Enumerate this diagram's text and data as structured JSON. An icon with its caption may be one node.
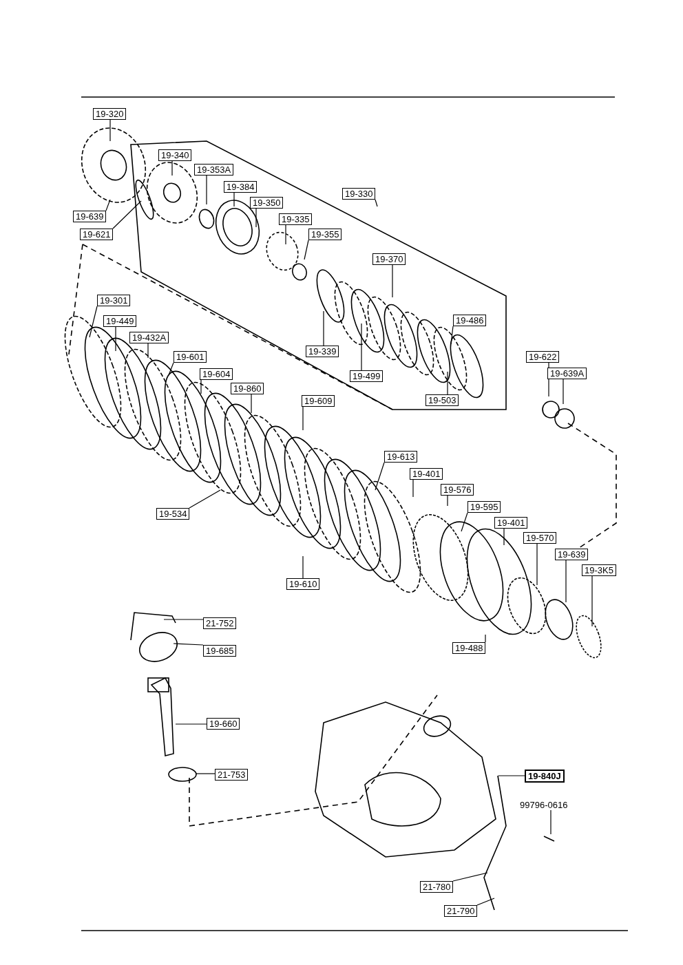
{
  "diagram": {
    "nodes": [
      {
        "text": [
          "19-320"
        ]
      },
      {
        "text": [
          "19-340"
        ]
      },
      {
        "text": [
          "19-353A"
        ]
      },
      {
        "text": [
          "19-384"
        ]
      },
      {
        "text": [
          "19-350"
        ]
      },
      {
        "text": [
          "19-330"
        ]
      },
      {
        "text": [
          "19-335"
        ]
      },
      {
        "text": [
          "19-355"
        ]
      },
      {
        "text": [
          "19-639"
        ]
      },
      {
        "text": [
          "19-621"
        ]
      },
      {
        "text": [
          "19-370"
        ]
      },
      {
        "text": [
          "19-301"
        ]
      },
      {
        "text": [
          "19-449"
        ]
      },
      {
        "text": [
          "19-432A"
        ]
      },
      {
        "text": [
          "19-486"
        ]
      },
      {
        "text": [
          "19-601"
        ]
      },
      {
        "text": [
          "19-339"
        ]
      },
      {
        "text": [
          "19-499"
        ]
      },
      {
        "text": [
          "19-503"
        ]
      },
      {
        "text": [
          "19-604"
        ]
      },
      {
        "text": [
          "19-860"
        ]
      },
      {
        "text": [
          "19-609"
        ]
      },
      {
        "text": [
          "19-622"
        ]
      },
      {
        "text": [
          "19-639A"
        ]
      },
      {
        "text": [
          "19-613"
        ]
      },
      {
        "text": [
          "19-401"
        ]
      },
      {
        "text": [
          "19-576"
        ]
      },
      {
        "text": [
          "19-534"
        ]
      },
      {
        "text": [
          "19-595"
        ]
      },
      {
        "text": [
          "19-401"
        ]
      },
      {
        "text": [
          "19-570"
        ]
      },
      {
        "text": [
          "19-639"
        ]
      },
      {
        "text": [
          "19-3K5"
        ]
      },
      {
        "text": [
          "19-610"
        ]
      },
      {
        "text": [
          "19-488"
        ]
      },
      {
        "text": [
          "21-752"
        ]
      },
      {
        "text": [
          "19-685"
        ]
      },
      {
        "text": [
          "19-660"
        ]
      },
      {
        "text": [
          "21-753"
        ]
      },
      {
        "text": [
          "19-840J"
        ]
      },
      {
        "text": [
          "99796-0616"
        ]
      },
      {
        "text": [
          "21-780"
        ]
      },
      {
        "text": [
          "21-790"
        ]
      }
    ],
    "edges": [
      {
        "from": 0,
        "to": null,
        "arrow": "none"
      },
      {
        "from": 1,
        "to": null,
        "arrow": "none"
      },
      {
        "from": 2,
        "to": null,
        "arrow": "none"
      },
      {
        "from": 3,
        "to": null,
        "arrow": "none"
      },
      {
        "from": 4,
        "to": null,
        "arrow": "none"
      },
      {
        "from": 5,
        "to": null,
        "arrow": "none"
      },
      {
        "from": 6,
        "to": null,
        "arrow": "none"
      },
      {
        "from": 7,
        "to": null,
        "arrow": "none"
      },
      {
        "from": 8,
        "to": null,
        "arrow": "none"
      },
      {
        "from": 9,
        "to": null,
        "arrow": "none"
      },
      {
        "from": 10,
        "to": null,
        "arrow": "none"
      },
      {
        "from": 11,
        "to": null,
        "arrow": "none"
      },
      {
        "from": 12,
        "to": null,
        "arrow": "none"
      },
      {
        "from": 13,
        "to": null,
        "arrow": "none"
      },
      {
        "from": 14,
        "to": null,
        "arrow": "none"
      },
      {
        "from": 15,
        "to": null,
        "arrow": "none"
      },
      {
        "from": 16,
        "to": null,
        "arrow": "none"
      },
      {
        "from": 17,
        "to": null,
        "arrow": "none"
      },
      {
        "from": 18,
        "to": null,
        "arrow": "none"
      },
      {
        "from": 19,
        "to": null,
        "arrow": "none"
      },
      {
        "from": 20,
        "to": null,
        "arrow": "none"
      },
      {
        "from": 21,
        "to": null,
        "arrow": "none"
      },
      {
        "from": 22,
        "to": null,
        "arrow": "none"
      },
      {
        "from": 23,
        "to": null,
        "arrow": "none"
      },
      {
        "from": 24,
        "to": null,
        "arrow": "none"
      },
      {
        "from": 25,
        "to": null,
        "arrow": "none"
      },
      {
        "from": 26,
        "to": null,
        "arrow": "none"
      },
      {
        "from": 27,
        "to": null,
        "arrow": "none"
      },
      {
        "from": 28,
        "to": null,
        "arrow": "none"
      },
      {
        "from": 29,
        "to": null,
        "arrow": "none"
      },
      {
        "from": 30,
        "to": null,
        "arrow": "none"
      },
      {
        "from": 31,
        "to": null,
        "arrow": "none"
      },
      {
        "from": 32,
        "to": null,
        "arrow": "none"
      },
      {
        "from": 33,
        "to": null,
        "arrow": "none"
      },
      {
        "from": 34,
        "to": null,
        "arrow": "none"
      },
      {
        "from": 35,
        "to": null,
        "arrow": "none"
      },
      {
        "from": 36,
        "to": null,
        "arrow": "none"
      },
      {
        "from": 37,
        "to": null,
        "arrow": "none"
      },
      {
        "from": 38,
        "to": null,
        "arrow": "none"
      },
      {
        "from": 39,
        "to": null,
        "arrow": "none"
      },
      {
        "from": 40,
        "to": null,
        "arrow": "none"
      },
      {
        "from": 41,
        "to": null,
        "arrow": "none"
      },
      {
        "from": 42,
        "to": null,
        "arrow": "none"
      }
    ]
  }
}
